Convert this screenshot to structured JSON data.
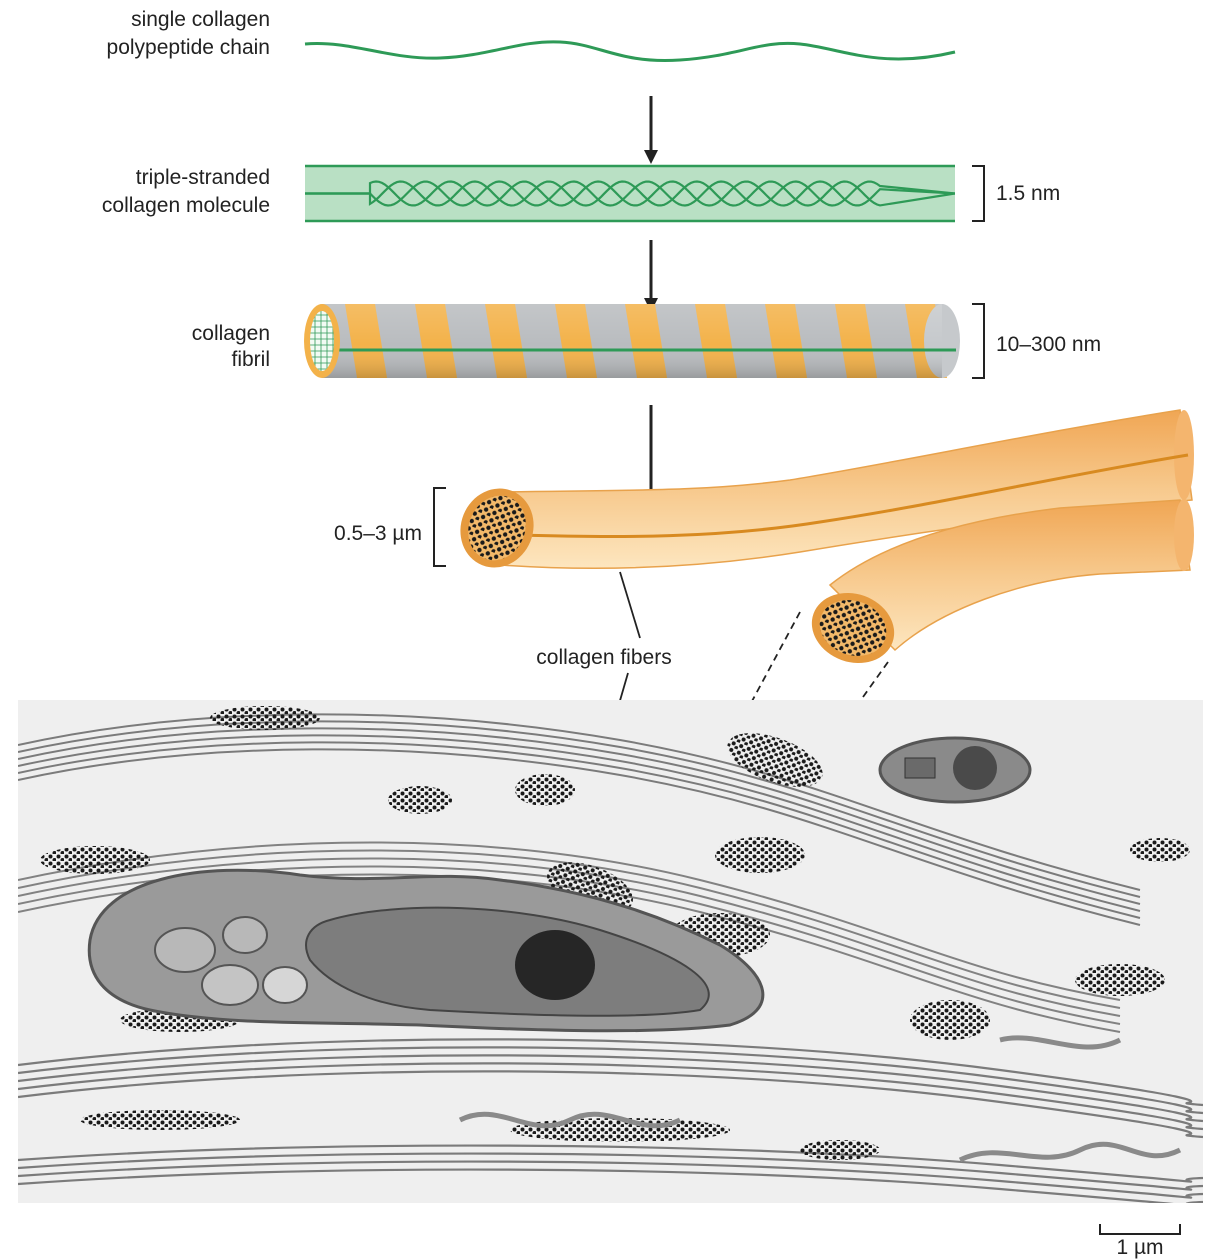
{
  "labels": {
    "chain_line1": "single collagen",
    "chain_line2": "polypeptide chain",
    "molecule_line1": "triple-stranded",
    "molecule_line2": "collagen molecule",
    "fibril_line1": "collagen",
    "fibril_line2": "fibril",
    "fibers": "collagen fibers"
  },
  "dimensions": {
    "molecule": "1.5 nm",
    "fibril": "10–300 nm",
    "fiber": "0.5–3 µm"
  },
  "scale_bar": {
    "label": "1 µm"
  },
  "colors": {
    "collagen_green": "#2e9a57",
    "molecule_fill": "#b9e0c4",
    "fibril_orange": "#f3b24a",
    "fibril_gray": "#b9bcbf",
    "fiber_fill": "#f7c98d",
    "fiber_edge": "#e49c3e",
    "arrow": "#222222",
    "micrograph_bg": "#efefef"
  }
}
